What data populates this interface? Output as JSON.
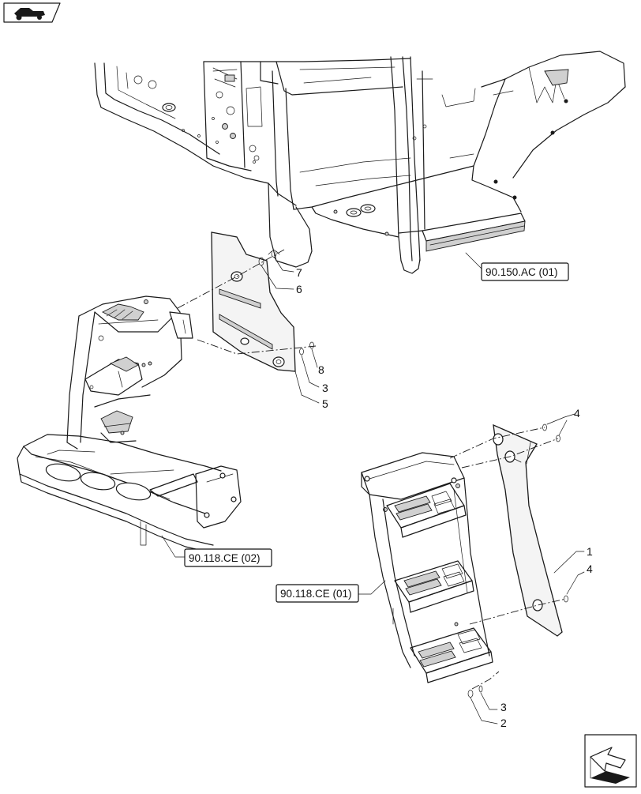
{
  "diagram": {
    "references": [
      {
        "id": "ref-cab",
        "text": "90.150.AC (01)"
      },
      {
        "id": "ref-left-step",
        "text": "90.118.CE (02)"
      },
      {
        "id": "ref-right-step",
        "text": "90.118.CE (01)"
      }
    ],
    "callouts": {
      "c7": "7",
      "c6": "6",
      "c8": "8",
      "c3a": "3",
      "c5": "5",
      "c4a": "4",
      "c1": "1",
      "c4b": "4",
      "c3b": "3",
      "c2": "2"
    },
    "icons": {
      "top_left": "tractor-silhouette-icon",
      "bottom_right": "orientation-arrow-icon"
    },
    "colors": {
      "line": "#1a1a1a",
      "background": "#ffffff",
      "shade": "#d0d0d0"
    }
  }
}
